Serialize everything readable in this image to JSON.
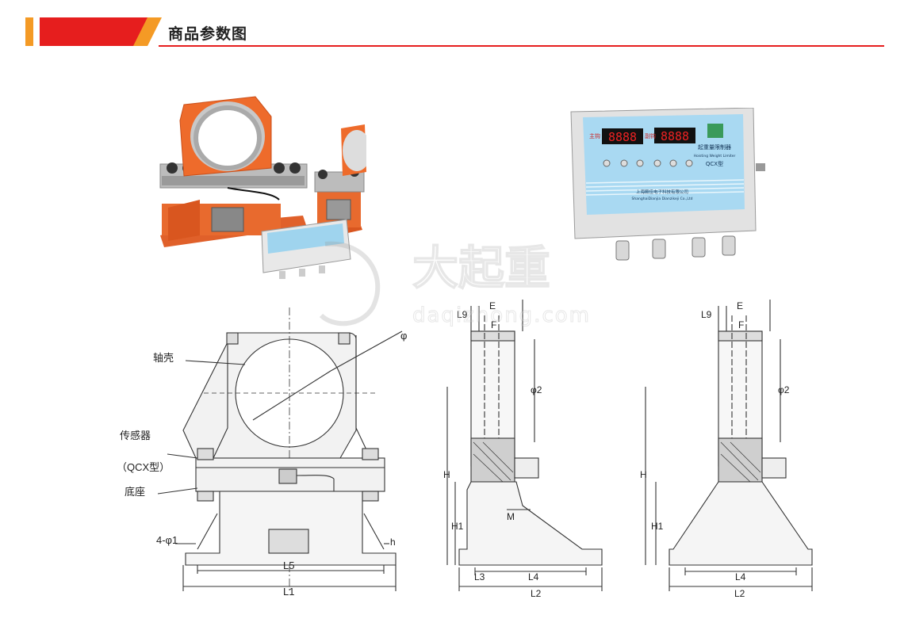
{
  "header": {
    "title": "商品参数图",
    "accent_colors": {
      "orange": "#f49a25",
      "red": "#e61e1e",
      "line": "#e61e1e"
    }
  },
  "photos": {
    "product_set": "load-cell-set-photo",
    "controller": {
      "display_left_label": "主钩",
      "display_right_label": "副钩",
      "brand_line": "起重量限制器",
      "brand_en": "Hoisting Weight Limiter",
      "model": "QCX型",
      "company_cn": "上海殿佳电子科技有限公司",
      "company_en": "ShanghaiDianjia Dianzikeji Co.,Ltd",
      "digits": "8888"
    }
  },
  "watermark": {
    "text_cn": "大起重",
    "text_en": "daqizhong.com"
  },
  "drawing": {
    "front": {
      "shaft_housing": "轴壳",
      "sensor": "传感器",
      "model": "（QCX型）",
      "base": "底座",
      "holes": "4-φ1",
      "h": "h",
      "phi": "φ",
      "L5": "L5",
      "L1": "L1"
    },
    "side_a": {
      "L9": "L9",
      "E": "E",
      "F": "F",
      "phi2": "φ2",
      "H": "H",
      "H1": "H1",
      "M": "M",
      "L3": "L3",
      "L4": "L4",
      "L2": "L2"
    },
    "side_b": {
      "L9": "L9",
      "E": "E",
      "F": "F",
      "phi2": "φ2",
      "H": "H",
      "H1": "H1",
      "L4": "L4",
      "L2": "L2"
    }
  }
}
